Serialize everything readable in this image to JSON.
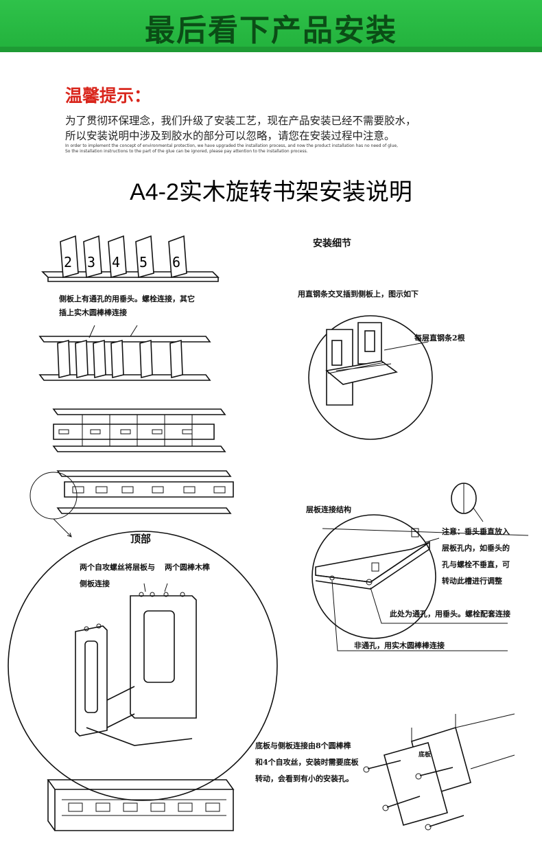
{
  "banner": {
    "title": "最后看下产品安装"
  },
  "notice": {
    "title": "温馨提示：",
    "lines": [
      "为了贯彻环保理念，我们升级了安装工艺，现在产品安装已经不需要胶水，",
      "所以安装说明中涉及到胶水的部分可以忽略，请您在安装过程中注意。"
    ],
    "en_lines": [
      "In order to implement the concept of environmental protection, we have upgraded the installation process, and now the product installation has no need of glue,",
      "So the installation instructions to the part of the glue can be ignored, please pay attention to the installation process."
    ]
  },
  "manual": {
    "title": "A4-2实木旋转书架安装说明",
    "step_numbers": [
      "2",
      "3",
      "4",
      "5",
      "6"
    ],
    "left_note": [
      "侧板上有通孔的用垂头。螺栓连接，其它",
      "插上实木圆棒棒连接"
    ],
    "detail_title": "安装细节",
    "detail_note": "用直钢条交叉插到侧板上，图示如下",
    "steel_label": "每层直钢条2根",
    "top_label": "顶部",
    "top_screws": "两个自攻螺丝将层板与",
    "top_dowels": "两个圆棒木榫",
    "top_side": "侧板连接",
    "layer_title": "层板连接结构",
    "caution": [
      "注意：垂头垂直放入",
      "层板孔内，如垂头的",
      "孔与螺栓不垂直，可",
      "转动此槽进行调整"
    ],
    "through_hole": "此处为通孔，用垂头。螺栓配套连接",
    "blind_hole": "非通孔，用实木圆棒棒连接",
    "bottom_note": [
      "底板与侧板连接由8个圆棒榫",
      "和4个自攻丝，安装时需要底板",
      "转动，会看到有小的安装孔。"
    ],
    "bottom_board": "底板"
  }
}
